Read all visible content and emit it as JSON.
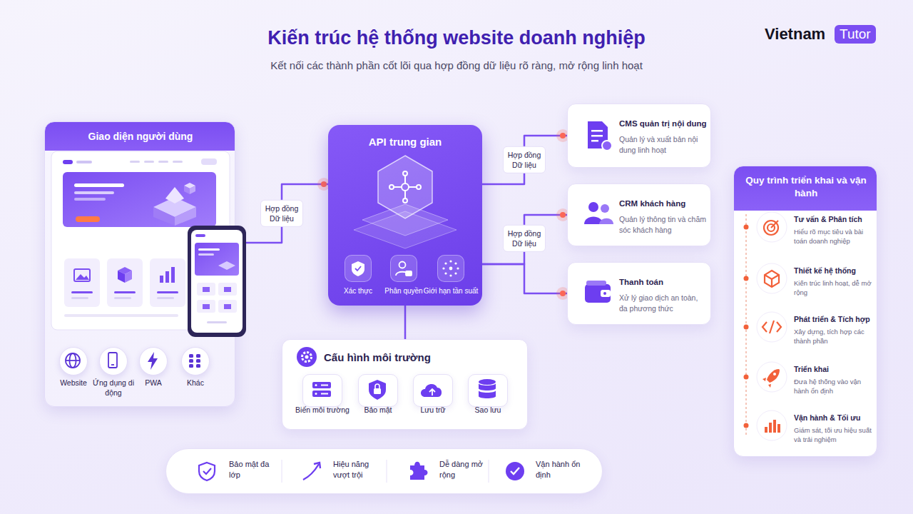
{
  "diagram": {
    "title": "Kiến trúc hệ thống website doanh nghiệp",
    "caption": "Kết nối các thành phần cốt lõi qua hợp đồng dữ liệu rõ ràng, mở rộng linh hoạt",
    "nodes": [
      {
        "text": [
          "Giao diện người dùng"
        ]
      },
      {
        "text": [
          "Website"
        ],
        "in": 0
      },
      {
        "text": [
          "Ứng dụng di động"
        ],
        "in": 0
      },
      {
        "text": [
          "PWA"
        ],
        "in": 0
      },
      {
        "text": [
          "Khác"
        ],
        "in": 0
      },
      {
        "text": [
          "API trung gian"
        ]
      },
      {
        "text": [
          "Xác thực"
        ],
        "in": 5
      },
      {
        "text": [
          "Phân quyền"
        ],
        "in": 5
      },
      {
        "text": [
          "Giới hạn tần suất"
        ],
        "in": 5
      },
      {
        "text": [
          "CMS quản trị nội dung",
          "Quản lý và xuất bản nội dung linh hoạt"
        ]
      },
      {
        "text": [
          "CRM khách hàng",
          "Quản lý thông tin và chăm sóc khách hàng"
        ]
      },
      {
        "text": [
          "Thanh toán",
          "Xử lý giao dịch an toàn, đa phương thức"
        ]
      },
      {
        "text": [
          "Cấu hình môi trường"
        ]
      },
      {
        "text": [
          "Biến môi trường"
        ],
        "in": 12
      },
      {
        "text": [
          "Bảo mật"
        ],
        "in": 12
      },
      {
        "text": [
          "Lưu trữ"
        ],
        "in": 12
      },
      {
        "text": [
          "Sao lưu"
        ],
        "in": 12
      },
      {
        "text": [
          "Quy trình triển khai và vận hành"
        ]
      },
      {
        "text": [
          "Tư vấn & Phân tích",
          "Hiểu rõ mục tiêu và bài toán doanh nghiệp"
        ],
        "in": 17
      },
      {
        "text": [
          "Thiết kế hệ thống",
          "Kiến trúc linh hoạt, dễ mở rộng"
        ],
        "in": 17
      },
      {
        "text": [
          "Phát triển & Tích hợp",
          "Xây dựng, tích hợp các thành phần"
        ],
        "in": 17
      },
      {
        "text": [
          "Triển khai",
          "Đưa hệ thống vào vận hành ổn định"
        ],
        "in": 17
      },
      {
        "text": [
          "Vận hành & Tối ưu",
          "Giám sát, tối ưu hiệu suất và trải nghiệm"
        ],
        "in": 17
      },
      {
        "text": [
          "Bảo mật đa lớp",
          "Hiệu năng vượt trội",
          "Dễ dàng mở rộng",
          "Vận hành ổn định"
        ]
      }
    ],
    "edges": [
      {
        "from": 0,
        "to": 5,
        "label": "Hợp đồng Dữ liệu",
        "arrow": "none"
      },
      {
        "from": 5,
        "to": 9,
        "label": "Hợp đồng Dữ liệu",
        "arrow": "none"
      },
      {
        "from": 5,
        "to": 10,
        "label": "Hợp đồng Dữ liệu",
        "arrow": "none"
      },
      {
        "from": 5,
        "to": 11,
        "arrow": "none"
      },
      {
        "from": 5,
        "to": 12,
        "arrow": "none"
      }
    ],
    "labels": [
      "Vietnam",
      "Tutor"
    ]
  }
}
